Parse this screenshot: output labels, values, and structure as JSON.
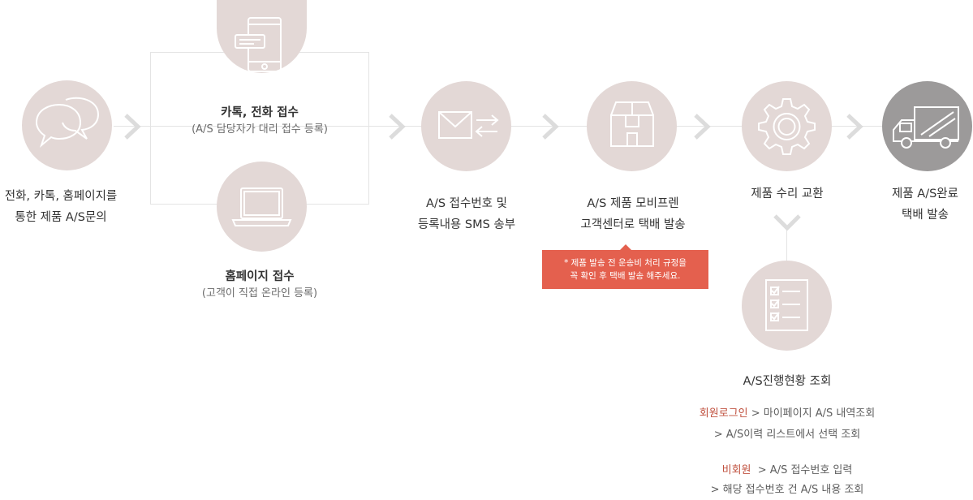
{
  "colors": {
    "circle": "#e3d8d6",
    "circle_final": "#9c9a9a",
    "arrow": "#dcdcdc",
    "accent": "#c0503e",
    "callout_bg": "#e4604e"
  },
  "icons": [
    "speech-bubbles-icon",
    "mobile-phone-icon",
    "laptop-icon",
    "envelope-exchange-icon",
    "box-icon",
    "gear-icon",
    "delivery-truck-icon",
    "checklist-icon",
    "chevron-right-icon",
    "chevron-down-icon"
  ],
  "steps": {
    "inquiry": {
      "line1": "전화, 카톡, 홈페이지를",
      "line2": "통한 제품 A/S문의"
    },
    "kakao": {
      "title": "카톡, 전화 접수",
      "sub": "(A/S 담당자가 대리 접수 등록)"
    },
    "homepage": {
      "title": "홈페이지 접수",
      "sub": "(고객이 직접 온라인 등록)"
    },
    "sms": {
      "line1": "A/S 접수번호 및",
      "line2": "등록내용 SMS 송부"
    },
    "ship_to_center": {
      "line1": "A/S 제품 모비프렌",
      "line2": "고객센터로 택배 발송"
    },
    "repair": {
      "title": "제품 수리 교환"
    },
    "complete": {
      "line1": "제품 A/S완료",
      "line2": "택배 발송"
    },
    "status": {
      "title": "A/S진행현황 조회"
    }
  },
  "callout": {
    "line1": "* 제품 발송 전 운송비 처리 규정을",
    "line2": "꼭 확인 후 택배 발송 해주세요."
  },
  "status_info": {
    "member_label": "회원로그인",
    "member_line1": " > 마이페이지 A/S 내역조회",
    "member_line2": "> A/S이력 리스트에서 선택 조회",
    "guest_label": "비회원",
    "guest_line1": "  > A/S 접수번호 입력",
    "guest_line2": "> 해당 접수번호 건 A/S 내용 조회"
  }
}
